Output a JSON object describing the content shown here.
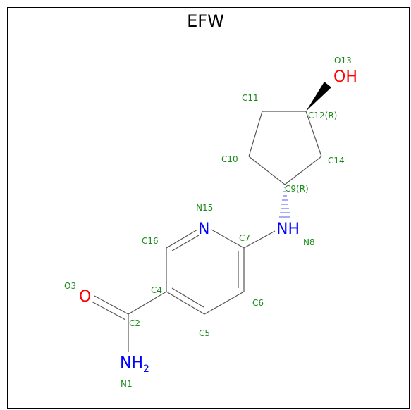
{
  "title": "EFW",
  "colors": {
    "carbon_label": "#1a8a1a",
    "nitrogen": "#0000ff",
    "oxygen": "#ff0000",
    "bond": "#555555"
  },
  "atoms": [
    {
      "id": "hetero-oh",
      "text": "OH",
      "color": "#ff0000"
    },
    {
      "id": "hetero-nh",
      "text": "NH",
      "color": "#0000ff"
    },
    {
      "id": "hetero-n-ring",
      "text": "N",
      "color": "#0000ff"
    },
    {
      "id": "hetero-o",
      "text": "O",
      "color": "#ff0000"
    },
    {
      "id": "hetero-nh2",
      "text": "NH",
      "sub": "2",
      "color": "#0000ff"
    }
  ],
  "labels": {
    "O13": "O13",
    "C11": "C11",
    "C12": "C12(R)",
    "C10": "C10",
    "C14": "C14",
    "C9": "C9(R)",
    "N15": "N15",
    "N8": "N8",
    "C16": "C16",
    "C7": "C7",
    "O3": "O3",
    "C4": "C4",
    "C6": "C6",
    "C2": "C2",
    "C5": "C5",
    "N1": "N1"
  }
}
